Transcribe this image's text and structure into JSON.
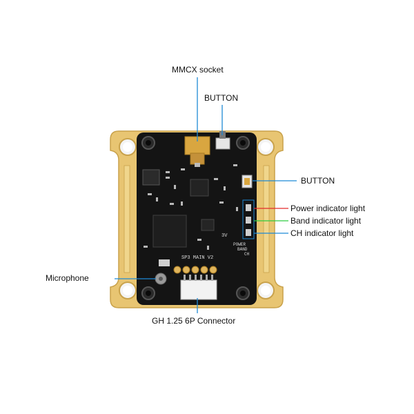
{
  "labels": {
    "mmcx_socket": "MMCX socket",
    "button_top": "BUTTON",
    "button_right": "BUTTON",
    "power_light": "Power indicator light",
    "band_light": "Band indicator light",
    "ch_light": "CH indicator light",
    "microphone": "Microphone",
    "connector": "GH 1.25 6P Connector"
  },
  "board_text": {
    "silkscreen_main": "SP3 MAIN V2",
    "silkscreen_led_power": "POWER",
    "silkscreen_led_band": "BAND",
    "silkscreen_led_ch": "CH",
    "silkscreen_3v": "3V"
  },
  "colors": {
    "leader_line": "#1e8ad6",
    "power_line": "#e32b2b",
    "band_line": "#2ecc40",
    "ch_line": "#1e8ad6",
    "pcb": "#141414",
    "gold": "#e8c572"
  }
}
